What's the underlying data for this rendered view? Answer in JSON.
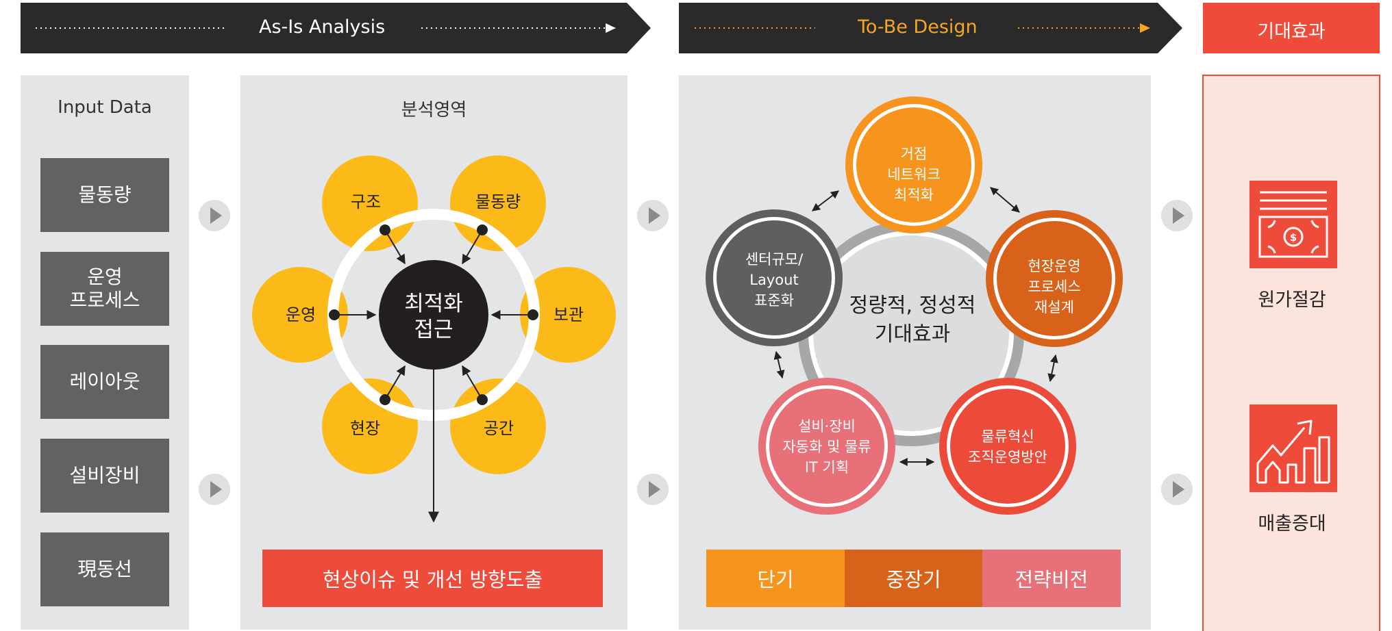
{
  "header": {
    "as_is": "As-Is Analysis",
    "to_be": "To-Be Design",
    "effect": "기대효과"
  },
  "input_panel": {
    "title": "Input Data",
    "items": [
      "물동량",
      "운영\n프로세스",
      "레이아웃",
      "설비장비",
      "現동선"
    ]
  },
  "analysis_panel": {
    "title": "분석영역",
    "center": [
      "최적화",
      "접근"
    ],
    "petals": [
      "구조",
      "물동량",
      "운영",
      "보관",
      "현장",
      "공간"
    ],
    "result": "현상이슈 및 개선 방향도출"
  },
  "design_panel": {
    "center": [
      "정량적, 정성적",
      "기대효과"
    ],
    "nodes": [
      {
        "lines": [
          "거점",
          "네트워크",
          "최적화"
        ],
        "color": "#f7941d"
      },
      {
        "lines": [
          "현장운영",
          "프로세스",
          "재설계"
        ],
        "color": "#d9621b"
      },
      {
        "lines": [
          "물류혁신",
          "조직운영방안"
        ],
        "color": "#ec4b3a"
      },
      {
        "lines": [
          "설비·장비",
          "자동화 및 물류",
          "IT 기획"
        ],
        "color": "#e77079"
      },
      {
        "lines": [
          "센터규모/",
          "Layout",
          "표준화"
        ],
        "color": "#5f5f61"
      }
    ],
    "terms": [
      "단기",
      "중장기",
      "전략비전"
    ],
    "term_colors": [
      "#f7941d",
      "#d9621b",
      "#e77079"
    ]
  },
  "effect_panel": {
    "items": [
      "원가절감",
      "매출증대"
    ]
  },
  "colors": {
    "header_dark": "#2b2a2b",
    "accent_red": "#ef4b3a",
    "petal_yellow": "#fbba18",
    "panel_gray": "#e4e5e6"
  }
}
